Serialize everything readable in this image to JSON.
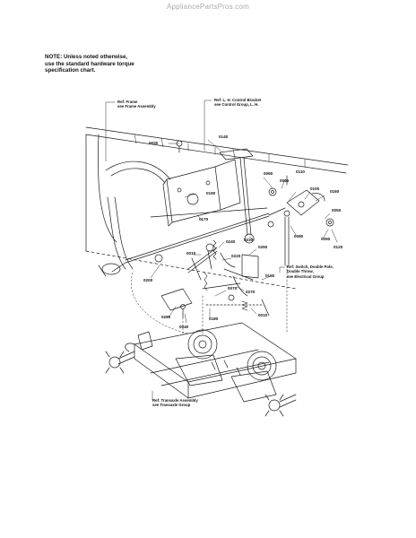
{
  "site": {
    "watermark": "AppliancePartsPros.com"
  },
  "note": {
    "line1": "NOTE: Unless noted otherwise,",
    "line2": "use the standard hardware torque",
    "line3": "specification chart."
  },
  "references": {
    "frame": {
      "line1": "Ref: Frame",
      "line2": "see Frame Assembly"
    },
    "control_bracket": {
      "line1": "Ref: L. H. Control Bracket",
      "line2": "see Control Group, L. H."
    },
    "switch": {
      "line1": "Ref: Switch, Double Pole,",
      "line2": "Double Throw,",
      "line3": "see Electrical Group"
    },
    "transaxle": {
      "line1": "Ref: Transaxle Assembly",
      "line2": "see Transaxle Group"
    }
  },
  "callouts": {
    "c0030": "0030",
    "c0140": "0140",
    "c0060": "0060",
    "c0110": "0110",
    "c0046": "0046",
    "c0100": "0100",
    "c0160": "0160",
    "c0190": "0190",
    "c0050": "0050",
    "c0170": "0170",
    "c0240": "0240",
    "c0230": "0230",
    "c0080": "0080",
    "c0090": "0090",
    "c0120": "0120",
    "c0010": "0010",
    "c0220": "0220",
    "c0250": "0250",
    "c0150": "0150",
    "c0200": "0200",
    "c0070": "0070",
    "c0270": "0270",
    "c0280": "0280",
    "c0180": "0180",
    "c0010b": "0010",
    "c0040": "0040"
  },
  "colors": {
    "ink": "#1a1a1a",
    "watermark": "#aaaaaa",
    "background": "#ffffff"
  }
}
